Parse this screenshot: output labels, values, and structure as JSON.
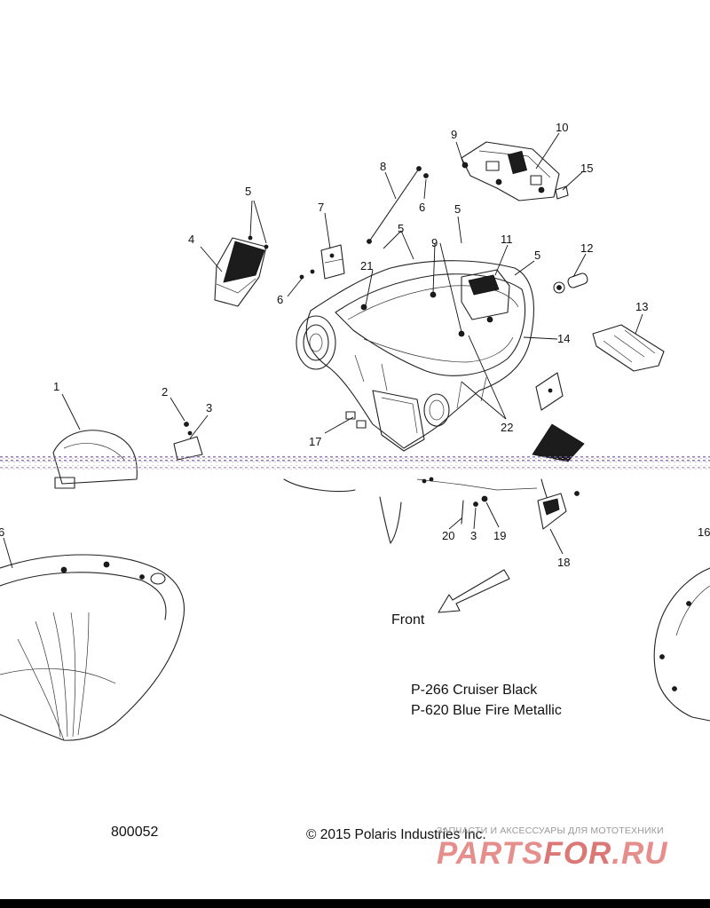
{
  "diagram": {
    "callouts": [
      {
        "id": "c1",
        "label": "1"
      },
      {
        "id": "c2",
        "label": "2"
      },
      {
        "id": "c3a",
        "label": "3"
      },
      {
        "id": "c3b",
        "label": "3"
      },
      {
        "id": "c4",
        "label": "4"
      },
      {
        "id": "c5a",
        "label": "5"
      },
      {
        "id": "c5b",
        "label": "5"
      },
      {
        "id": "c5c",
        "label": "5"
      },
      {
        "id": "c5d",
        "label": "5"
      },
      {
        "id": "c6a",
        "label": "6"
      },
      {
        "id": "c6b",
        "label": "6"
      },
      {
        "id": "c7",
        "label": "7"
      },
      {
        "id": "c8",
        "label": "8"
      },
      {
        "id": "c9a",
        "label": "9"
      },
      {
        "id": "c9b",
        "label": "9"
      },
      {
        "id": "c10",
        "label": "10"
      },
      {
        "id": "c11",
        "label": "11"
      },
      {
        "id": "c12",
        "label": "12"
      },
      {
        "id": "c13",
        "label": "13"
      },
      {
        "id": "c14",
        "label": "14"
      },
      {
        "id": "c15",
        "label": "15"
      },
      {
        "id": "c16a",
        "label": "6"
      },
      {
        "id": "c16b",
        "label": "16"
      },
      {
        "id": "c17",
        "label": "17"
      },
      {
        "id": "c18",
        "label": "18"
      },
      {
        "id": "c19",
        "label": "19"
      },
      {
        "id": "c20",
        "label": "20"
      },
      {
        "id": "c21",
        "label": "21"
      },
      {
        "id": "c22",
        "label": "22"
      }
    ],
    "front_label": "Front",
    "paint_codes": [
      {
        "code": "P-266",
        "name": "Cruiser Black",
        "text": "P-266  Cruiser Black"
      },
      {
        "code": "P-620",
        "name": "Blue Fire Metallic",
        "text": "P-620  Blue Fire Metallic"
      }
    ],
    "diagram_id": "800052",
    "copyright": "© 2015 Polaris Industries Inc.",
    "watermark": {
      "tagline": "ЗАПЧАСТИ И АКСЕССУАРЫ ДЛЯ МОТОТЕХНИКИ",
      "brand_part1": "PARTS",
      "brand_part2": "FOR",
      "brand_part3": ".RU",
      "brand_color": "#d9534f",
      "brand_color_alt": "#c9302c"
    }
  }
}
